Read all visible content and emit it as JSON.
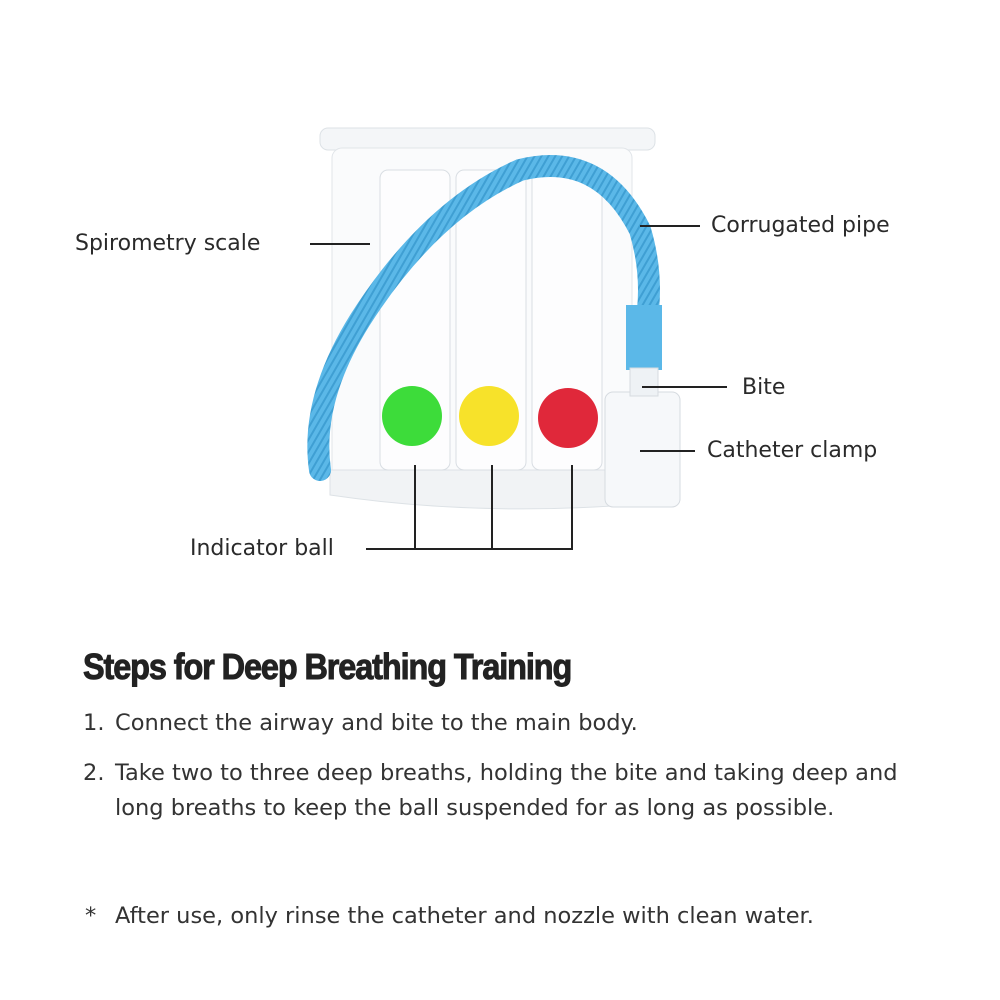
{
  "diagram": {
    "labels": {
      "spirometry_scale": "Spirometry scale",
      "corrugated_pipe": "Corrugated pipe",
      "bite": "Bite",
      "catheter_clamp": "Catheter clamp",
      "indicator_ball": "Indicator ball"
    },
    "ball_colors": [
      "#3ddc3a",
      "#f7e22a",
      "#e0283a"
    ],
    "pipe_color": "#5bb8e8"
  },
  "instructions": {
    "title": "Steps for Deep Breathing Training",
    "steps": [
      {
        "num": "1.",
        "text": "Connect the airway and bite to the main body."
      },
      {
        "num": "2.",
        "text": "Take two to three deep breaths, holding the bite and taking deep and long breaths to keep the ball suspended for as long as possible."
      }
    ],
    "note": {
      "num": "*",
      "text": "After use, only rinse the catheter and nozzle with clean water."
    }
  }
}
